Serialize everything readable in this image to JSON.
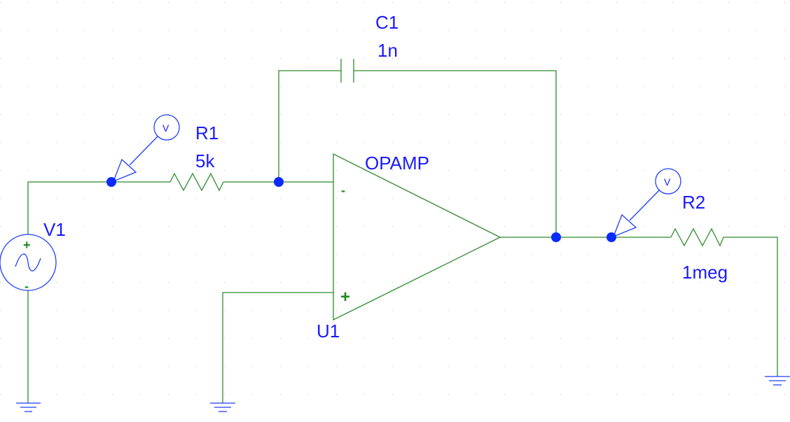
{
  "components": {
    "capacitor": {
      "ref": "C1",
      "value": "1n"
    },
    "resistor_in": {
      "ref": "R1",
      "value": "5k"
    },
    "resistor_load": {
      "ref": "R2",
      "value": "1meg"
    },
    "opamp": {
      "ref": "U1",
      "model": "OPAMP",
      "inv_pin": "-",
      "noninv_pin": "+"
    },
    "source": {
      "ref": "V1",
      "pos_pin": "+",
      "neg_pin": "-"
    }
  },
  "probes": {
    "input": "V",
    "output": "V"
  },
  "colors": {
    "wire": "#2e8b2e",
    "label": "#1a1aff",
    "node": "#0a2bff",
    "grid_dot": "#b8b8b8"
  }
}
